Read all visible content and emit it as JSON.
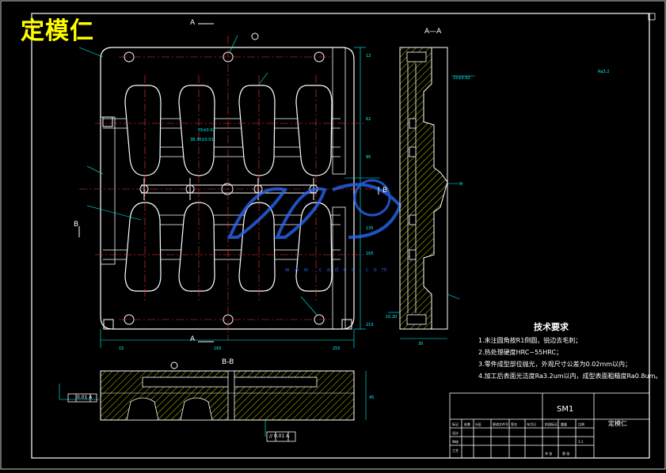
{
  "drawing": {
    "title": "定模仁",
    "section_labels": {
      "a_top": "A",
      "a_bottom": "A",
      "b_left": "B",
      "b_right": "B",
      "aa": "A—A",
      "bb": "B-B"
    },
    "tech_requirements": {
      "heading": "技术要求",
      "items": [
        "1.未注圆角按R1倒圆，锐边去毛刺；",
        "2.热处理硬度HRC~55HRC；",
        "3.零件成型部位抛光，外观尺寸公差为0.02mm以内；",
        "4.加工后表面光洁度Ra3.2um以内，成型表面粗糙度Ra0.8um。"
      ]
    },
    "title_block": {
      "part_name": "SM1",
      "drawing_name": "定模仁"
    },
    "tolerance_frames": {
      "flatness": "0.01 A",
      "parallel": "// 0.01 A"
    },
    "watermark": "www.cadoc.com"
  },
  "colors": {
    "background": "#000000",
    "outline": "#ffffff",
    "center": "#ff3030",
    "dimension": "#00ffff",
    "hatch": "#ffff00",
    "title": "#ffff00",
    "watermark": "#2a6cff"
  }
}
